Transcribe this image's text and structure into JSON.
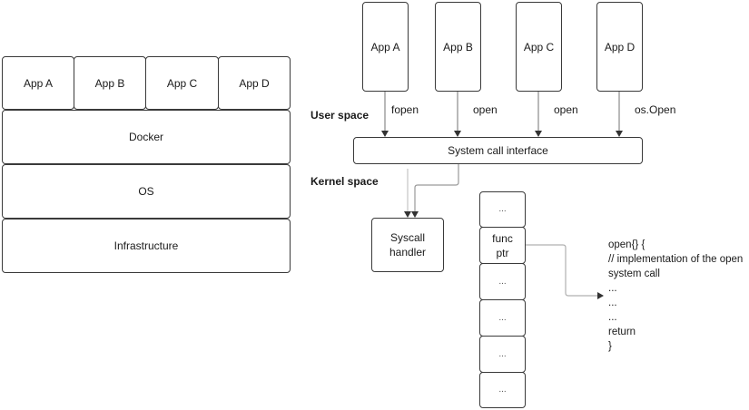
{
  "left_stack": {
    "apps": [
      "App A",
      "App B",
      "App C",
      "App D"
    ],
    "layers": [
      "Docker",
      "OS",
      "Infrastructure"
    ]
  },
  "right_diagram": {
    "apps": [
      {
        "label": "App A",
        "call": "fopen"
      },
      {
        "label": "App B",
        "call": "open"
      },
      {
        "label": "App C",
        "call": "open"
      },
      {
        "label": "App D",
        "call": "os.Open"
      }
    ],
    "user_space_label": "User space",
    "kernel_space_label": "Kernel space",
    "syscall_interface": "System call interface",
    "syscall_handler": "Syscall handler",
    "table_rows": [
      "...",
      "func ptr",
      "...",
      "...",
      "...",
      "..."
    ],
    "code_lines": [
      "open{} {",
      "// implementation of the open",
      "system call",
      "...",
      "...",
      "...",
      "return",
      "}"
    ]
  }
}
